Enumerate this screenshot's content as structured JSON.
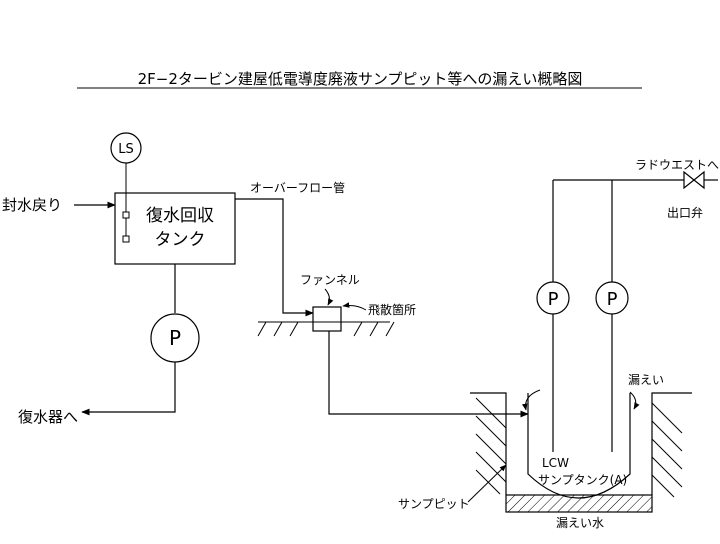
{
  "title": "2F−2タービン建屋低電導度廃液サンプピット等への漏えい概略図",
  "labels": {
    "ls": "LS",
    "seal_water_return": "封水戻り",
    "tank_line1": "復水回収",
    "tank_line2": "タンク",
    "overflow_pipe": "オーバーフロー管",
    "funnel": "ファンネル",
    "splash_point": "飛散箇所",
    "pump": "P",
    "to_condenser": "復水器へ",
    "to_radwaste": "ラドウエストへ",
    "outlet_valve": "出口弁",
    "leak": "漏えい",
    "lcw": "LCW",
    "sump_tank": "サンプタンク(A)",
    "sump_pit": "サンプピット",
    "leaked_water": "漏えい水"
  }
}
